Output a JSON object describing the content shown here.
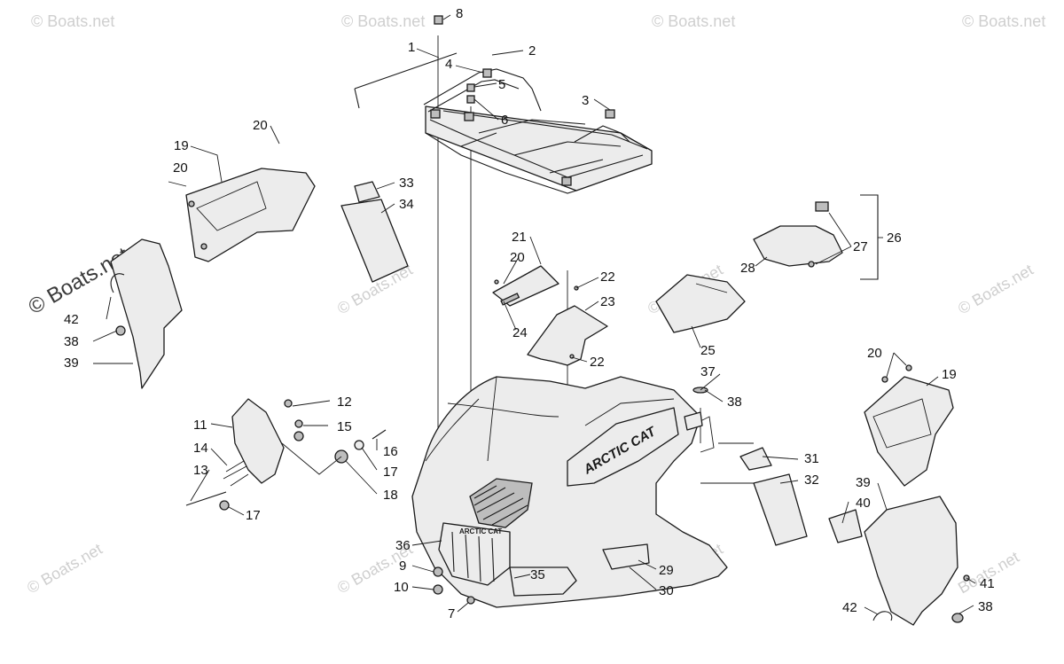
{
  "watermarks": {
    "main": "© Boats.net",
    "faint": "© Boats.net",
    "faint_alt": "Boats.net"
  },
  "decals": {
    "brand": "ARCTIC CAT",
    "grille": "ARCTIC CAT"
  },
  "callouts": [
    {
      "id": "c1",
      "label": "1"
    },
    {
      "id": "c2",
      "label": "2"
    },
    {
      "id": "c3",
      "label": "3"
    },
    {
      "id": "c4",
      "label": "4"
    },
    {
      "id": "c5",
      "label": "5"
    },
    {
      "id": "c6",
      "label": "6"
    },
    {
      "id": "c7",
      "label": "7"
    },
    {
      "id": "c8",
      "label": "8"
    },
    {
      "id": "c9",
      "label": "9"
    },
    {
      "id": "c10",
      "label": "10"
    },
    {
      "id": "c11",
      "label": "11"
    },
    {
      "id": "c12",
      "label": "12"
    },
    {
      "id": "c13",
      "label": "13"
    },
    {
      "id": "c14",
      "label": "14"
    },
    {
      "id": "c15",
      "label": "15"
    },
    {
      "id": "c16",
      "label": "16"
    },
    {
      "id": "c17a",
      "label": "17"
    },
    {
      "id": "c17b",
      "label": "17"
    },
    {
      "id": "c18",
      "label": "18"
    },
    {
      "id": "c19a",
      "label": "19"
    },
    {
      "id": "c19b",
      "label": "19"
    },
    {
      "id": "c20a",
      "label": "20"
    },
    {
      "id": "c20b",
      "label": "20"
    },
    {
      "id": "c20c",
      "label": "20"
    },
    {
      "id": "c20d",
      "label": "20"
    },
    {
      "id": "c21",
      "label": "21"
    },
    {
      "id": "c22a",
      "label": "22"
    },
    {
      "id": "c22b",
      "label": "22"
    },
    {
      "id": "c23",
      "label": "23"
    },
    {
      "id": "c24",
      "label": "24"
    },
    {
      "id": "c25",
      "label": "25"
    },
    {
      "id": "c26",
      "label": "26"
    },
    {
      "id": "c27",
      "label": "27"
    },
    {
      "id": "c28",
      "label": "28"
    },
    {
      "id": "c29",
      "label": "29"
    },
    {
      "id": "c30",
      "label": "30"
    },
    {
      "id": "c31",
      "label": "31"
    },
    {
      "id": "c32",
      "label": "32"
    },
    {
      "id": "c33",
      "label": "33"
    },
    {
      "id": "c34",
      "label": "34"
    },
    {
      "id": "c35",
      "label": "35"
    },
    {
      "id": "c36",
      "label": "36"
    },
    {
      "id": "c37",
      "label": "37"
    },
    {
      "id": "c38a",
      "label": "38"
    },
    {
      "id": "c38b",
      "label": "38"
    },
    {
      "id": "c38c",
      "label": "38"
    },
    {
      "id": "c39a",
      "label": "39"
    },
    {
      "id": "c39b",
      "label": "39"
    },
    {
      "id": "c40",
      "label": "40"
    },
    {
      "id": "c41",
      "label": "41"
    },
    {
      "id": "c42a",
      "label": "42"
    },
    {
      "id": "c42b",
      "label": "42"
    }
  ]
}
